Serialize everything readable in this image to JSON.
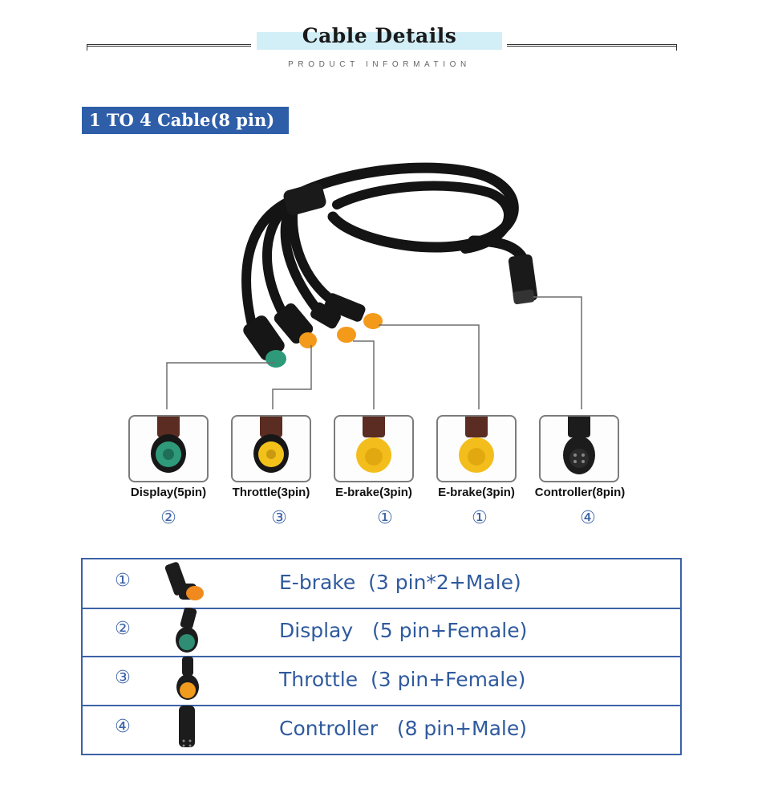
{
  "header": {
    "title": "Cable Details",
    "subtitle": "PRODUCT INFORMATION"
  },
  "section": {
    "title": "1 TO 4 Cable(8 pin)"
  },
  "connectors": [
    {
      "label": "Display(5pin)",
      "num": "②",
      "face_color": "#2e9a7a",
      "icon": "display-connector-icon"
    },
    {
      "label": "Throttle(3pin)",
      "num": "③",
      "face_color": "#f2c21a",
      "icon": "throttle-connector-icon"
    },
    {
      "label": "E-brake(3pin)",
      "num": "①",
      "face_color": "#f3be1c",
      "icon": "ebrake-connector-icon"
    },
    {
      "label": "E-brake(3pin)",
      "num": "①",
      "face_color": "#f3be1c",
      "icon": "ebrake-connector-icon"
    },
    {
      "label": "Controller(8pin)",
      "num": "④",
      "face_color": "#1c1c1c",
      "icon": "controller-connector-icon"
    }
  ],
  "table": {
    "rows": [
      {
        "num": "①",
        "text": "E-brake  (3 pin*2+Male)",
        "color": "#f08a1e"
      },
      {
        "num": "②",
        "text": "Display   (5 pin+Female)",
        "color": "#2e8d73"
      },
      {
        "num": "③",
        "text": "Throttle  (3 pin+Female)",
        "color": "#f09a1e"
      },
      {
        "num": "④",
        "text": "Controller   (8 pin+Male)",
        "color": "#1c1c1c"
      }
    ]
  },
  "colors": {
    "accent_blue": "#2f5ea9",
    "table_text": "#2f5a9e",
    "cable_black": "#141414",
    "orange_connector": "#f39a1b",
    "green_connector": "#2e9a7a"
  }
}
